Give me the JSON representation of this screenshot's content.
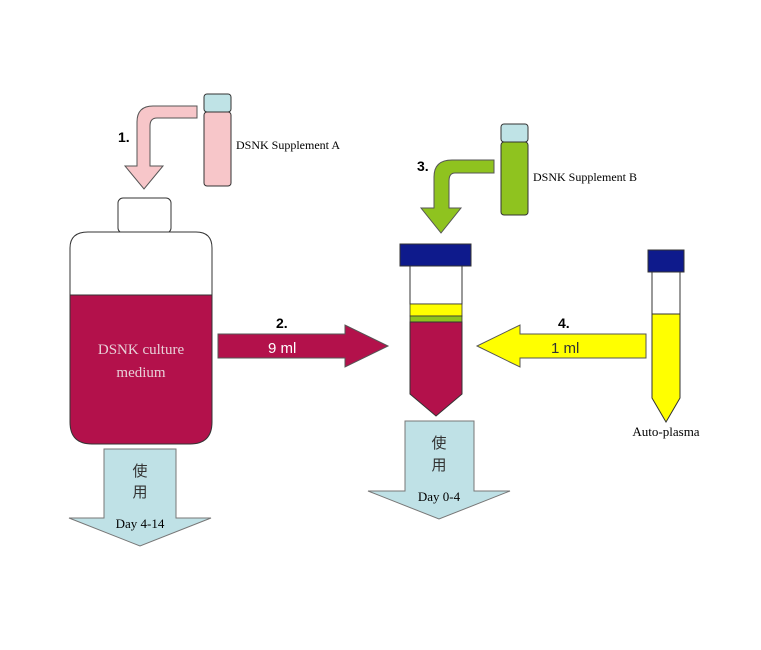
{
  "steps": {
    "s1": "1.",
    "s2": "2.",
    "s3": "3.",
    "s4": "4."
  },
  "labels": {
    "supplement_a": "DSNK Supplement A",
    "supplement_b": "DSNK Supplement B",
    "medium_line1": "DSNK culture",
    "medium_line2": "medium",
    "volume_9ml": "9 ml",
    "volume_1ml": "1 ml",
    "auto_plasma": "Auto-plasma",
    "use_char1": "使",
    "use_char2": "用",
    "day_4_14": "Day 4-14",
    "day_0_4": "Day 0-4"
  },
  "colors": {
    "medium": "#b3114b",
    "pink": "#f7c6c9",
    "green": "#8fc31f",
    "yellow": "#ffff00",
    "navy": "#0e1a8c",
    "cap_light": "#bfe3e6",
    "light_blue": "#bfe1e6"
  }
}
